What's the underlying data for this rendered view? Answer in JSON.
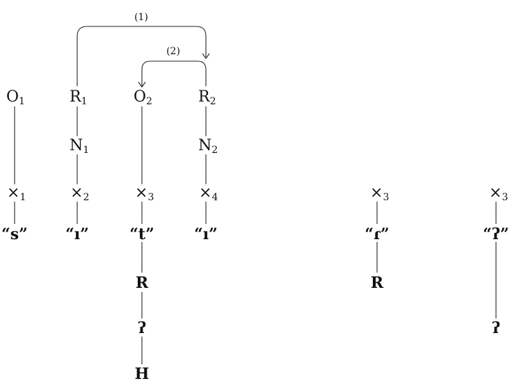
{
  "nodes": {
    "o1": {
      "base": "O",
      "sub": "1"
    },
    "r1": {
      "base": "R",
      "sub": "1"
    },
    "o2": {
      "base": "O",
      "sub": "2"
    },
    "r2": {
      "base": "R",
      "sub": "2"
    },
    "n1": {
      "base": "N",
      "sub": "1"
    },
    "n2": {
      "base": "N",
      "sub": "2"
    },
    "x1": {
      "base": "×",
      "sub": "1"
    },
    "x2": {
      "base": "×",
      "sub": "2"
    },
    "x3": {
      "base": "×",
      "sub": "3"
    },
    "x4": {
      "base": "×",
      "sub": "4"
    },
    "x3b": {
      "base": "×",
      "sub": "3"
    },
    "x3c": {
      "base": "×",
      "sub": "3"
    }
  },
  "segments": {
    "s": "“s”",
    "i1": "“ı”",
    "t": "“t”",
    "i2": "“ı”",
    "r": "“ɾ”",
    "q": "“ʔ”"
  },
  "features": {
    "R1": "R",
    "glottal1": "ʔ",
    "H": "H",
    "R2": "R",
    "glottal2": "ʔ"
  },
  "arcs": {
    "arc1": "(1)",
    "arc2": "(2)"
  }
}
